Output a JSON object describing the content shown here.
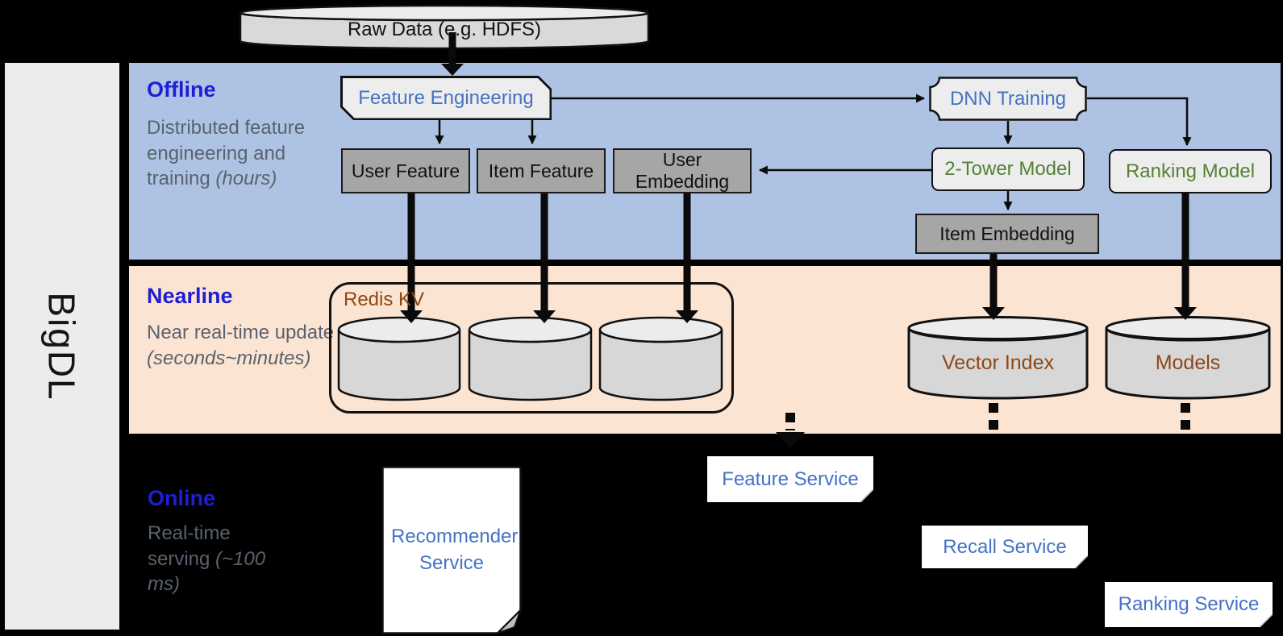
{
  "sidebar": {
    "label": "BigDL"
  },
  "source": {
    "label": "Raw Data (e.g. HDFS)"
  },
  "bands": {
    "offline": {
      "title": "Offline",
      "description": "Distributed feature engineering and training ",
      "time_note": "(hours)"
    },
    "nearline": {
      "title": "Nearline",
      "description": "Near real-time update ",
      "time_note": "(seconds~minutes)"
    },
    "online": {
      "title": "Online",
      "description": "Real-time serving ",
      "time_note": "(~100 ms)"
    }
  },
  "offline": {
    "feature_engineering": "Feature Engineering",
    "dnn_training": "DNN Training",
    "user_feature": "User Feature",
    "item_feature": "Item Feature",
    "user_embedding": "User Embedding",
    "two_tower_model": "2-Tower Model",
    "ranking_model": "Ranking Model",
    "item_embedding": "Item Embedding"
  },
  "nearline": {
    "redis_kv": "Redis KV",
    "vector_index": "Vector Index",
    "models": "Models"
  },
  "online": {
    "recommender_service": "Recommender Service",
    "feature_service": "Feature Service",
    "recall_service": "Recall Service",
    "ranking_service": "Ranking Service"
  },
  "colors": {
    "band_offline": "#aec3e4",
    "band_nearline": "#fce4d3",
    "header_blue": "#1e1ed2",
    "node_blue": "#4472c4",
    "model_green": "#548235",
    "storage_brown": "#8f4714",
    "gray_box": "#a6a6a6",
    "light_box": "#ededed",
    "background": "#000000"
  }
}
